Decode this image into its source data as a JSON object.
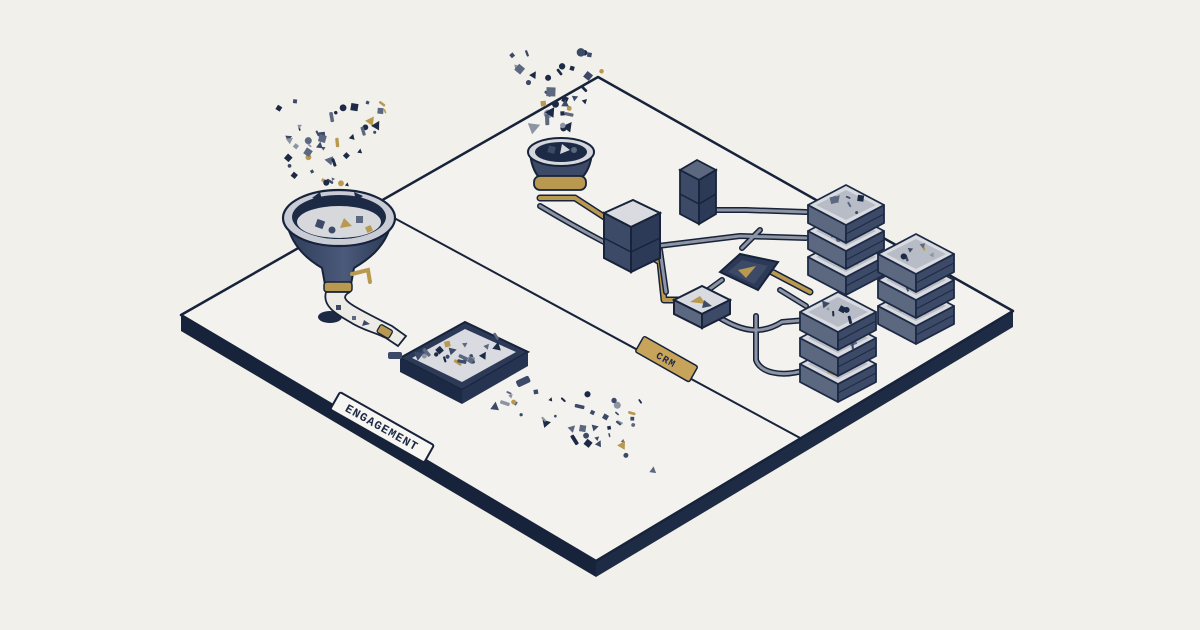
{
  "labels": {
    "engagement": "ENGAGEMENT",
    "crm": "CRM"
  },
  "colors": {
    "background": "#f1f0eb",
    "platform_top": "#f3f2ee",
    "platform_edge": "#17233a",
    "navy": "#3c4a68",
    "navy_dark": "#1c2a45",
    "slate": "#5c6880",
    "gold": "#b9994f",
    "gray": "#8d94a3"
  },
  "icons": [
    "funnel-icon",
    "tray-icon",
    "database-icon",
    "server-stack-icon",
    "pipe-network-icon",
    "confetti-particles"
  ]
}
